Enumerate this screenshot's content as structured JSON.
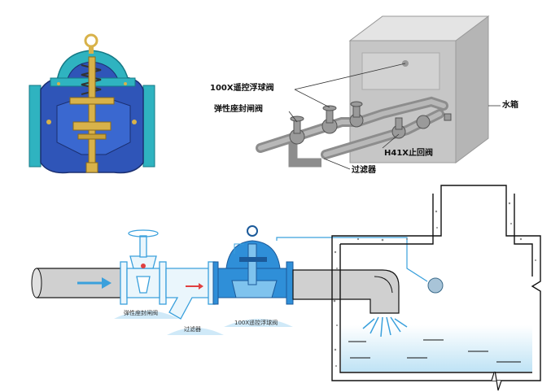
{
  "isometric_view": {
    "labels": {
      "float_valve": "100X遥控浮球阀",
      "gate_valve": "弹性座封闸阀",
      "tank": "水箱",
      "check_valve": "H41X止回阀",
      "filter": "过滤器"
    }
  },
  "schematic": {
    "labels": {
      "gate_valve": "弹性座封闸阀",
      "filter": "过滤器",
      "float_valve": "100X遥控浮球阀"
    }
  },
  "colors": {
    "valve_body": "#2f55b8",
    "valve_flange": "#2fb3c0",
    "brass": "#d8b24a",
    "pipe": "#d0d0d0",
    "water": "#bfe3f5",
    "line_blue": "#3aa0dc"
  }
}
